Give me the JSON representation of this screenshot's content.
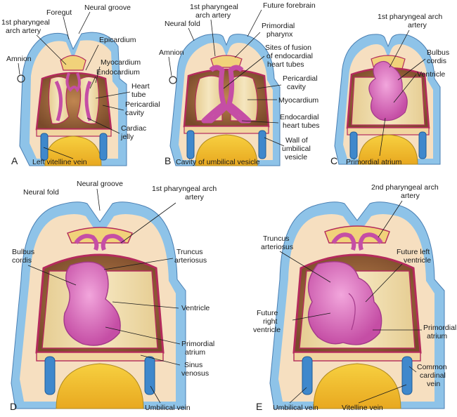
{
  "panels": [
    {
      "id": "A",
      "letter": "A",
      "labels": [
        "Foregut",
        "Neural groove",
        "1st pharyngeal",
        "arch artery",
        "Epicardium",
        "Amnion",
        "Myocardium",
        "Endocardium",
        "Heart",
        "tube",
        "Pericardial",
        "cavity",
        "Cardiac",
        "jelly",
        "Left vitelline vein"
      ]
    },
    {
      "id": "B",
      "letter": "B",
      "labels": [
        "1st pharyngeal",
        "arch artery",
        "Neural fold",
        "Future forebrain",
        "Primordial",
        "pharynx",
        "Amnion",
        "Sites of fusion",
        "of endocardial",
        "heart tubes",
        "Pericardial",
        "cavity",
        "Myocardium",
        "Endocardial",
        "heart tubes",
        "Wall of",
        "umbilical",
        "vesicle",
        "Cavity of umbilical vesicle"
      ]
    },
    {
      "id": "C",
      "letter": "C",
      "labels": [
        "1st pharyngeal arch",
        "artery",
        "Bulbus",
        "cordis",
        "Ventricle",
        "Primordial atrium"
      ]
    },
    {
      "id": "D",
      "letter": "D",
      "labels": [
        "Neural groove",
        "Neural fold",
        "1st pharyngeal arch",
        "artery",
        "Bulbus",
        "cordis",
        "Truncus",
        "arteriosus",
        "Ventricle",
        "Primordial",
        "atrium",
        "Sinus",
        "venosus",
        "Umbilical vein"
      ]
    },
    {
      "id": "E",
      "letter": "E",
      "labels": [
        "2nd pharyngeal arch",
        "artery",
        "Truncus",
        "arteriosus",
        "Future left",
        "ventricle",
        "Future",
        "right",
        "ventricle",
        "Primordial",
        "atrium",
        "Common",
        "cardinal",
        "vein",
        "Umbilical vein",
        "Vitelline vein"
      ]
    }
  ],
  "colors": {
    "ectoderm": "#8ec3e8",
    "mesoderm": "#f6dfc0",
    "pericardial_cavity": "#9c6b40",
    "myocardium": "#f0d8a6",
    "heart_tube": "#d966b8",
    "cavity": "#f2c232",
    "vessel": "#3f88cc",
    "wall": "#b42a5c"
  }
}
